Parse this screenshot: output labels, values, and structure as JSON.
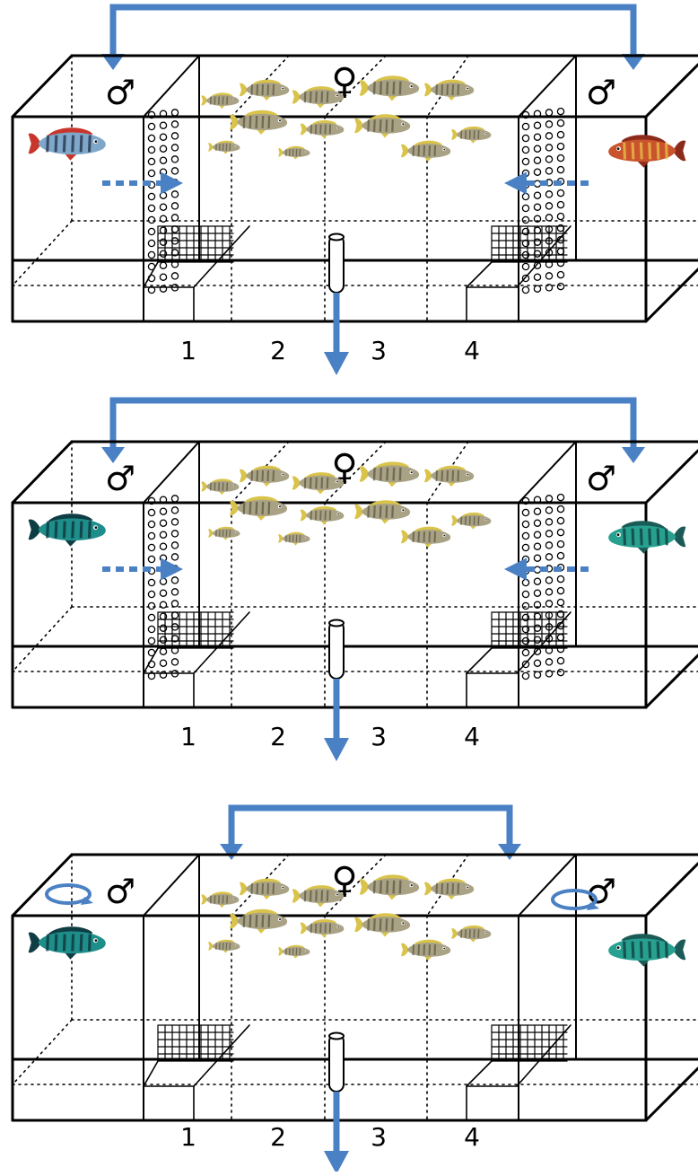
{
  "panels": [
    {
      "id": "panel-1",
      "symbols": {
        "left_male": "♂",
        "female": "♀",
        "right_male": "♂"
      },
      "compartment_numbers": [
        "1",
        "2",
        "3",
        "4"
      ],
      "has_perforated_partitions": true,
      "has_rotation_markers": false,
      "left_male_fish": {
        "body_color": "#7fa7c9",
        "stripe_color": "#1f2c44",
        "fin_color": "#c8352a"
      },
      "right_male_fish": {
        "body_color": "#c9542c",
        "stripe_color": "#e9c14a",
        "fin_color": "#8c2b1c"
      }
    },
    {
      "id": "panel-2",
      "symbols": {
        "left_male": "♂",
        "female": "♀",
        "right_male": "♂"
      },
      "compartment_numbers": [
        "1",
        "2",
        "3",
        "4"
      ],
      "has_perforated_partitions": true,
      "has_rotation_markers": false,
      "left_male_fish": {
        "body_color": "#1e8e8a",
        "stripe_color": "#0d2e36",
        "fin_color": "#0f3d44"
      },
      "right_male_fish": {
        "body_color": "#27a08f",
        "stripe_color": "#0f3a3c",
        "fin_color": "#1a5b57"
      }
    },
    {
      "id": "panel-3",
      "symbols": {
        "left_male": "♂",
        "female": "♀",
        "right_male": "♂"
      },
      "compartment_numbers": [
        "1",
        "2",
        "3",
        "4"
      ],
      "has_perforated_partitions": false,
      "has_rotation_markers": true,
      "left_male_fish": {
        "body_color": "#1e8e8a",
        "stripe_color": "#0d2e36",
        "fin_color": "#0f3d44"
      },
      "right_male_fish": {
        "body_color": "#27a08f",
        "stripe_color": "#0f3a3c",
        "fin_color": "#1a5b57"
      }
    }
  ],
  "colors": {
    "arrow_blue": "#4a80c4",
    "line": "#000000",
    "female_fish_body": "#a9a285",
    "female_fish_fin": "#d9c34a",
    "female_fish_bar": "#5e5846"
  }
}
